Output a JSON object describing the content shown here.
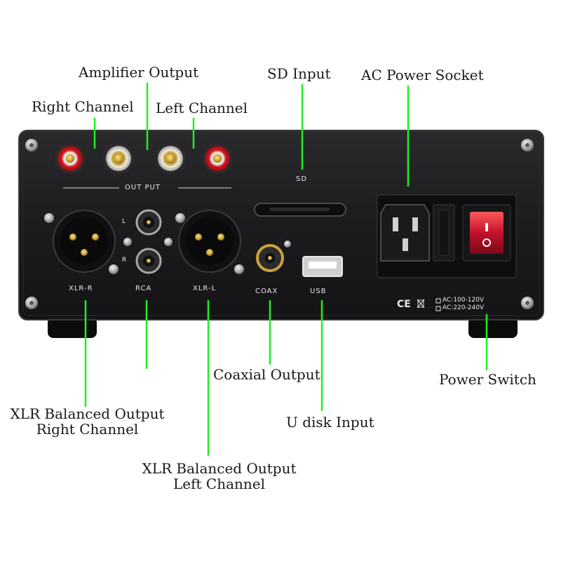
{
  "colors": {
    "callout_line": "#22ee22",
    "panel": "#1b1b1d",
    "panel_edge": "#2e2e31",
    "rocker": "#c4122a",
    "gold": "#c9a33a"
  },
  "callouts": {
    "amplifier_output": "Amplifier Output",
    "right_channel": "Right Channel",
    "left_channel": "Left Channel",
    "sd_input": "SD Input",
    "ac_power_socket": "AC Power Socket",
    "coaxial_output": "Coaxial Output",
    "power_switch": "Power Switch",
    "xlr_right": {
      "line1": "XLR Balanced Output",
      "line2": "Right Channel"
    },
    "u_disk_input": "U disk Input",
    "xlr_left": {
      "line1": "XLR Balanced Output",
      "line2": "Left Channel"
    }
  },
  "panel_labels": {
    "output": "OUT PUT",
    "sd": "SD",
    "xlr_r": "XLR-R",
    "rca": "RCA",
    "xlr_l": "XLR-L",
    "coax": "COAX",
    "usb": "USB",
    "rca_l": "L",
    "rca_r": "R",
    "ce_mark": "CE",
    "voltage_1": "AC:100-120V",
    "voltage_2": "AC:220-240V"
  },
  "icons": [
    "weee-bin-icon",
    "power-rocker-switch-icon",
    "iec-power-inlet-icon",
    "fuse-holder-icon"
  ]
}
